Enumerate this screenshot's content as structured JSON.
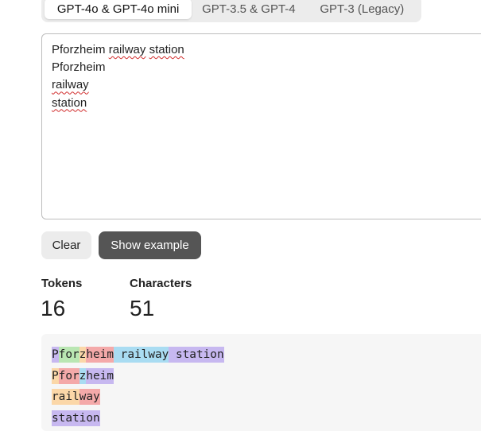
{
  "tabs": [
    {
      "label": "GPT-4o & GPT-4o mini",
      "active": true
    },
    {
      "label": "GPT-3.5 & GPT-4",
      "active": false
    },
    {
      "label": "GPT-3 (Legacy)",
      "active": false
    }
  ],
  "editor": {
    "lines": [
      {
        "parts": [
          {
            "text": "Pforzheim ",
            "flag": false
          },
          {
            "text": "railway",
            "flag": true
          },
          {
            "text": " ",
            "flag": false
          },
          {
            "text": "station",
            "flag": true
          }
        ]
      },
      {
        "parts": [
          {
            "text": "Pforzheim",
            "flag": false
          }
        ]
      },
      {
        "parts": [
          {
            "text": "railway",
            "flag": true
          }
        ]
      },
      {
        "parts": [
          {
            "text": "station",
            "flag": true
          }
        ]
      }
    ]
  },
  "buttons": {
    "clear": "Clear",
    "show_example": "Show example"
  },
  "stats": {
    "tokens_label": "Tokens",
    "tokens_value": "16",
    "characters_label": "Characters",
    "characters_value": "51"
  },
  "token_colors": [
    "#c7b8f0",
    "#b9e6b2",
    "#fbd7a8",
    "#f4a9a9",
    "#a9dcf2"
  ],
  "token_output": [
    [
      {
        "text": "P",
        "color": 0
      },
      {
        "text": "for",
        "color": 1
      },
      {
        "text": "z",
        "color": 2
      },
      {
        "text": "heim",
        "color": 3
      },
      {
        "text": " railway",
        "color": 4
      },
      {
        "text": " station",
        "color": 0
      }
    ],
    [
      {
        "text": "P",
        "color": 2
      },
      {
        "text": "for",
        "color": 3
      },
      {
        "text": "z",
        "color": 4
      },
      {
        "text": "heim",
        "color": 0
      }
    ],
    [
      {
        "text": "rail",
        "color": 2
      },
      {
        "text": "way",
        "color": 3
      }
    ],
    [
      {
        "text": "station",
        "color": 0
      }
    ]
  ]
}
